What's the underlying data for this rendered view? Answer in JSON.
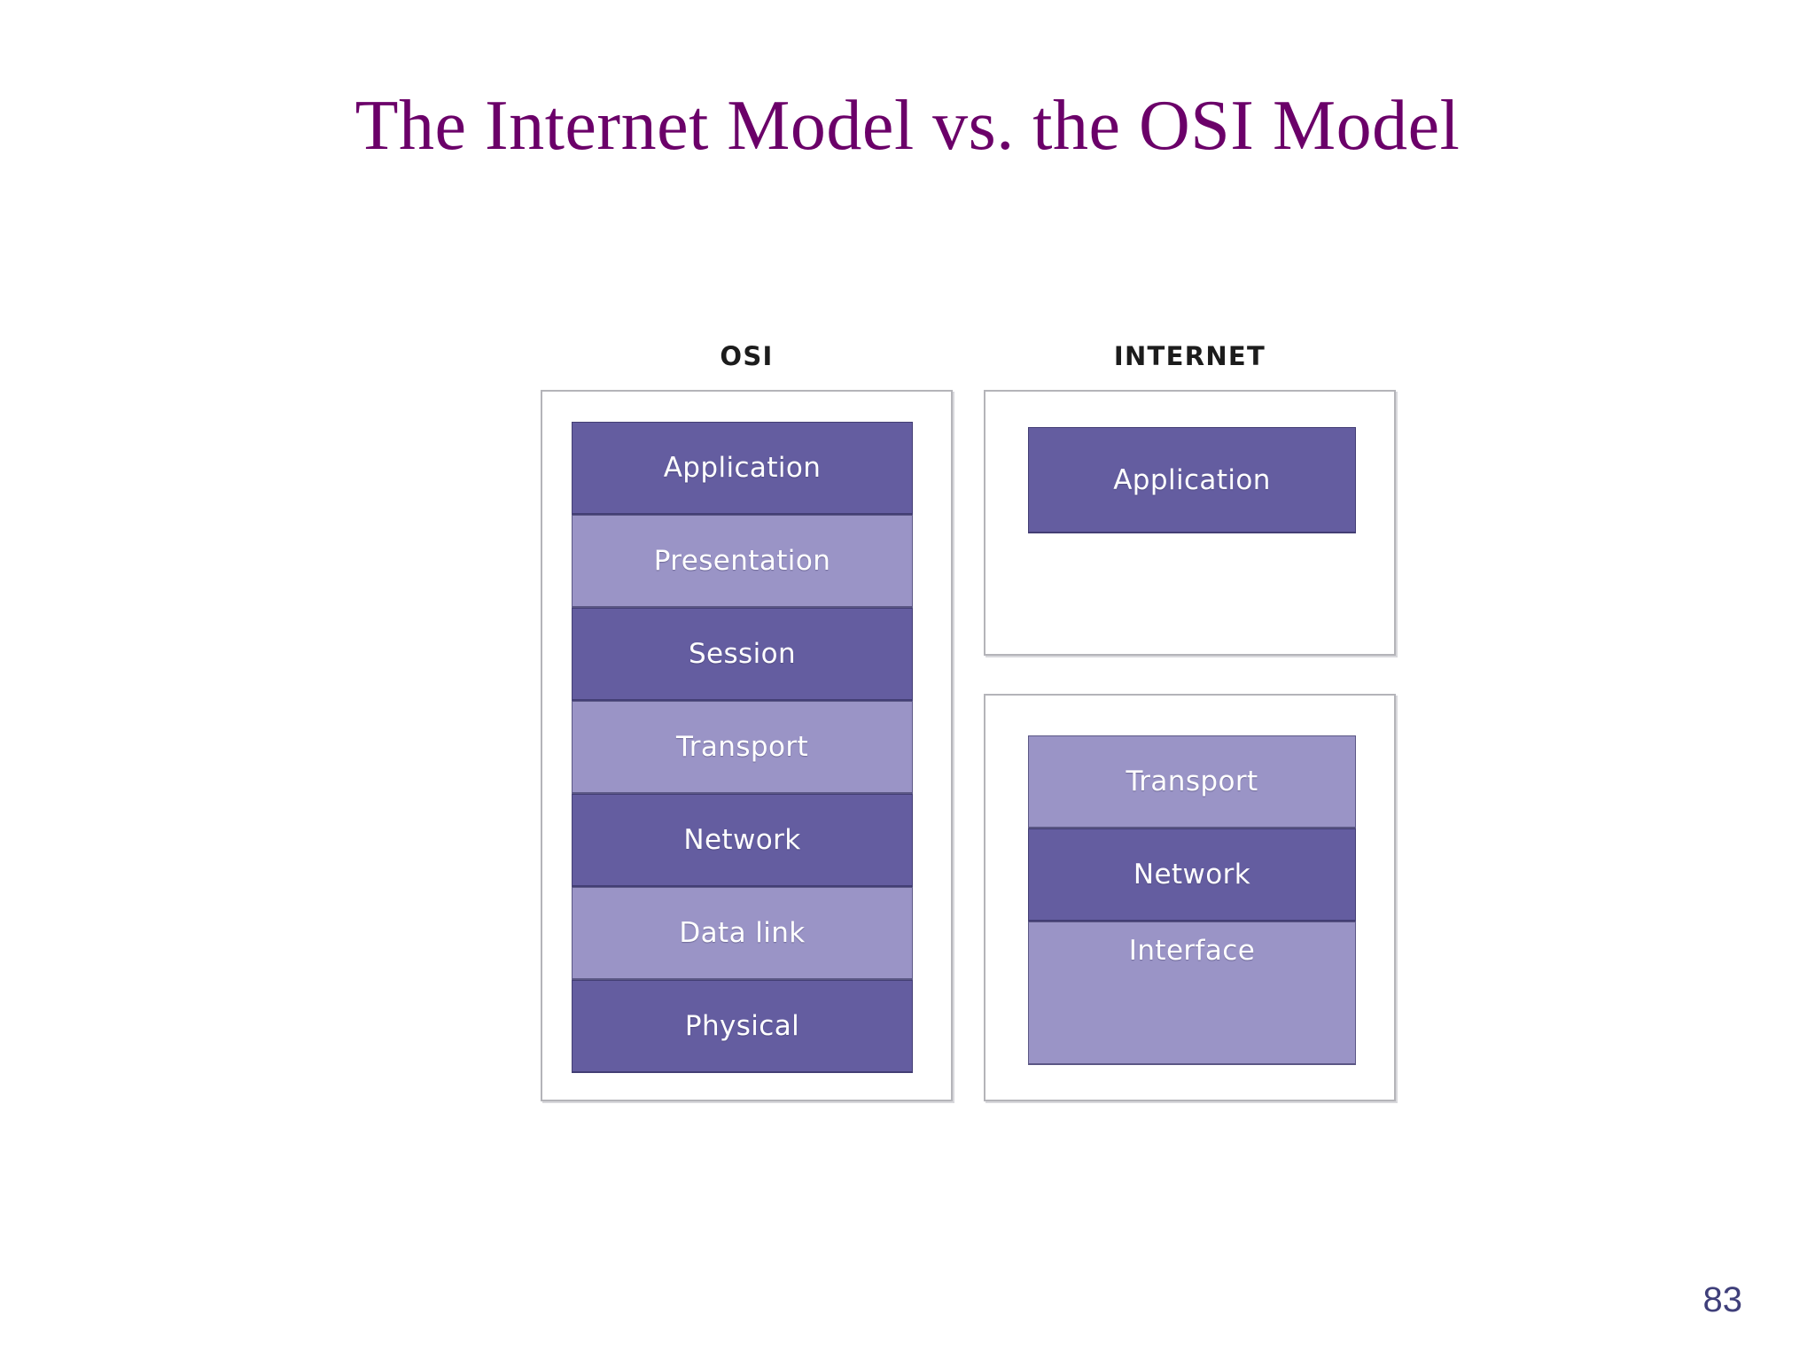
{
  "slide": {
    "title": "The Internet Model vs. the OSI Model",
    "page_number": "83",
    "title_color": "#6b0069",
    "page_number_color": "#3f3f7a",
    "background_color": "#ffffff"
  },
  "diagram": {
    "type": "layered-stack-comparison",
    "colors": {
      "layer_dark": "#645da0",
      "layer_light": "#9a94c6",
      "frame_border": "#b4b4b9",
      "layer_text": "#ffffff",
      "heading_text": "#1c1c1c"
    },
    "columns": [
      {
        "heading": "OSI",
        "groups": [
          {
            "layers": [
              {
                "label": "Application",
                "shade": "dark"
              },
              {
                "label": "Presentation",
                "shade": "light"
              },
              {
                "label": "Session",
                "shade": "dark"
              },
              {
                "label": "Transport",
                "shade": "light"
              },
              {
                "label": "Network",
                "shade": "dark"
              },
              {
                "label": "Data link",
                "shade": "light"
              },
              {
                "label": "Physical",
                "shade": "dark"
              }
            ]
          }
        ]
      },
      {
        "heading": "INTERNET",
        "groups": [
          {
            "layers": [
              {
                "label": "Application",
                "shade": "dark"
              }
            ]
          },
          {
            "layers": [
              {
                "label": "Transport",
                "shade": "light"
              },
              {
                "label": "Network",
                "shade": "dark"
              },
              {
                "label": "Interface",
                "shade": "light"
              }
            ]
          }
        ]
      }
    ]
  }
}
